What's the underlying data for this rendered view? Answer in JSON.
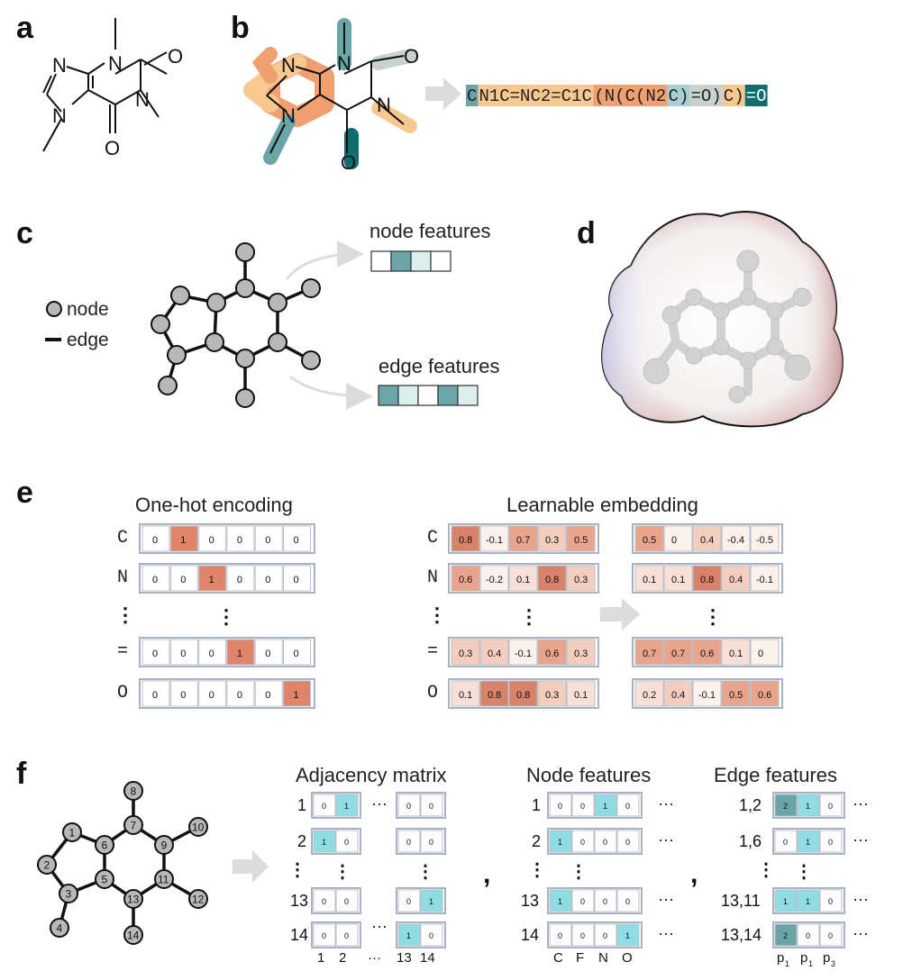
{
  "panels": [
    "a",
    "b",
    "c",
    "d",
    "e",
    "f"
  ],
  "colors": {
    "teal_dark": "#0e6e6e",
    "teal_mid": "#6aa5a8",
    "teal_light": "#dcefef",
    "cyan": "#8fdde3",
    "orange": "#f0a070",
    "orange_light": "#f7c88f",
    "grey_token": "#c8d0d0",
    "salmon_1": "#e0856b",
    "node_grey": "#b8b8b8"
  },
  "panel_a": {
    "atoms": [
      "N",
      "N",
      "N",
      "N",
      "O",
      "O"
    ]
  },
  "panel_b": {
    "atoms": [
      "N",
      "N",
      "N",
      "N",
      "O",
      "O"
    ],
    "smiles_tokens": [
      {
        "text": "C",
        "color": "#6aa5a8"
      },
      {
        "text": "N1C=NC2=C1C",
        "color": "#f7c88f"
      },
      {
        "text": "(N(C(N2",
        "color": "#f0a070"
      },
      {
        "text": "C)",
        "color": "#a8d0d2"
      },
      {
        "text": "=O)",
        "color": "#c8d0d0"
      },
      {
        "text": "C)",
        "color": "#f7c88f"
      },
      {
        "text": "=O",
        "color": "#0e6e6e"
      }
    ]
  },
  "panel_c": {
    "legend_node": "node",
    "legend_edge": "edge",
    "node_features_label": "node features",
    "edge_features_label": "edge features"
  },
  "panel_e": {
    "onehot_title": "One-hot encoding",
    "embed_title": "Learnable embedding",
    "row_labels": [
      "C",
      "N",
      "=",
      "O"
    ],
    "vdots": "⋮",
    "onehot_rows": [
      [
        0,
        1,
        0,
        0,
        0,
        0
      ],
      [
        0,
        0,
        1,
        0,
        0,
        0
      ],
      [
        0,
        0,
        0,
        1,
        0,
        0
      ],
      [
        0,
        0,
        0,
        0,
        0,
        1
      ]
    ],
    "embed_rows_1": [
      [
        0.8,
        -0.1,
        0.7,
        0.3,
        0.5
      ],
      [
        0.6,
        -0.2,
        0.1,
        0.8,
        0.3
      ],
      [
        0.3,
        0.4,
        -0.1,
        0.6,
        0.3
      ],
      [
        0.1,
        0.8,
        0.8,
        0.3,
        0.1
      ]
    ],
    "embed_rows_2": [
      [
        0.5,
        0.0,
        0.4,
        -0.4,
        -0.5
      ],
      [
        0.1,
        0.1,
        0.8,
        0.4,
        -0.1
      ],
      [
        0.7,
        0.7,
        0.6,
        0.1,
        0.0
      ],
      [
        0.2,
        0.4,
        -0.1,
        0.5,
        0.6
      ]
    ]
  },
  "panel_f": {
    "node_numbers": [
      "1",
      "2",
      "3",
      "4",
      "5",
      "6",
      "7",
      "8",
      "9",
      "10",
      "11",
      "12",
      "13",
      "14"
    ],
    "adjacency_title": "Adjacency matrix",
    "node_features_title": "Node features",
    "edge_features_title": "Edge features",
    "adj_row_labels": [
      "1",
      "2",
      "13",
      "14"
    ],
    "adj_rows_left": [
      [
        0,
        1
      ],
      [
        1,
        0
      ],
      [
        0,
        0
      ],
      [
        0,
        0
      ]
    ],
    "adj_rows_right": [
      [
        0,
        0
      ],
      [
        0,
        0
      ],
      [
        0,
        1
      ],
      [
        1,
        0
      ]
    ],
    "adj_col_labels": [
      "1",
      "2",
      "···",
      "13",
      "14"
    ],
    "node_row_labels": [
      "1",
      "2",
      "13",
      "14"
    ],
    "node_rows": [
      [
        0,
        0,
        1,
        0
      ],
      [
        1,
        0,
        0,
        0
      ],
      [
        1,
        0,
        0,
        0
      ],
      [
        0,
        0,
        0,
        1
      ]
    ],
    "node_col_labels": [
      "C",
      "F",
      "N",
      "O"
    ],
    "edge_row_labels": [
      "1,2",
      "1,6",
      "13,11",
      "13,14"
    ],
    "edge_rows": [
      [
        2,
        1,
        0
      ],
      [
        0,
        1,
        0
      ],
      [
        1,
        1,
        0
      ],
      [
        2,
        0,
        0
      ]
    ],
    "edge_col_labels": [
      "p",
      "p",
      "p"
    ],
    "edge_col_subs": [
      "1",
      "1",
      "3"
    ],
    "hdots": "···",
    "vdots": "⋮",
    "comma": ","
  }
}
